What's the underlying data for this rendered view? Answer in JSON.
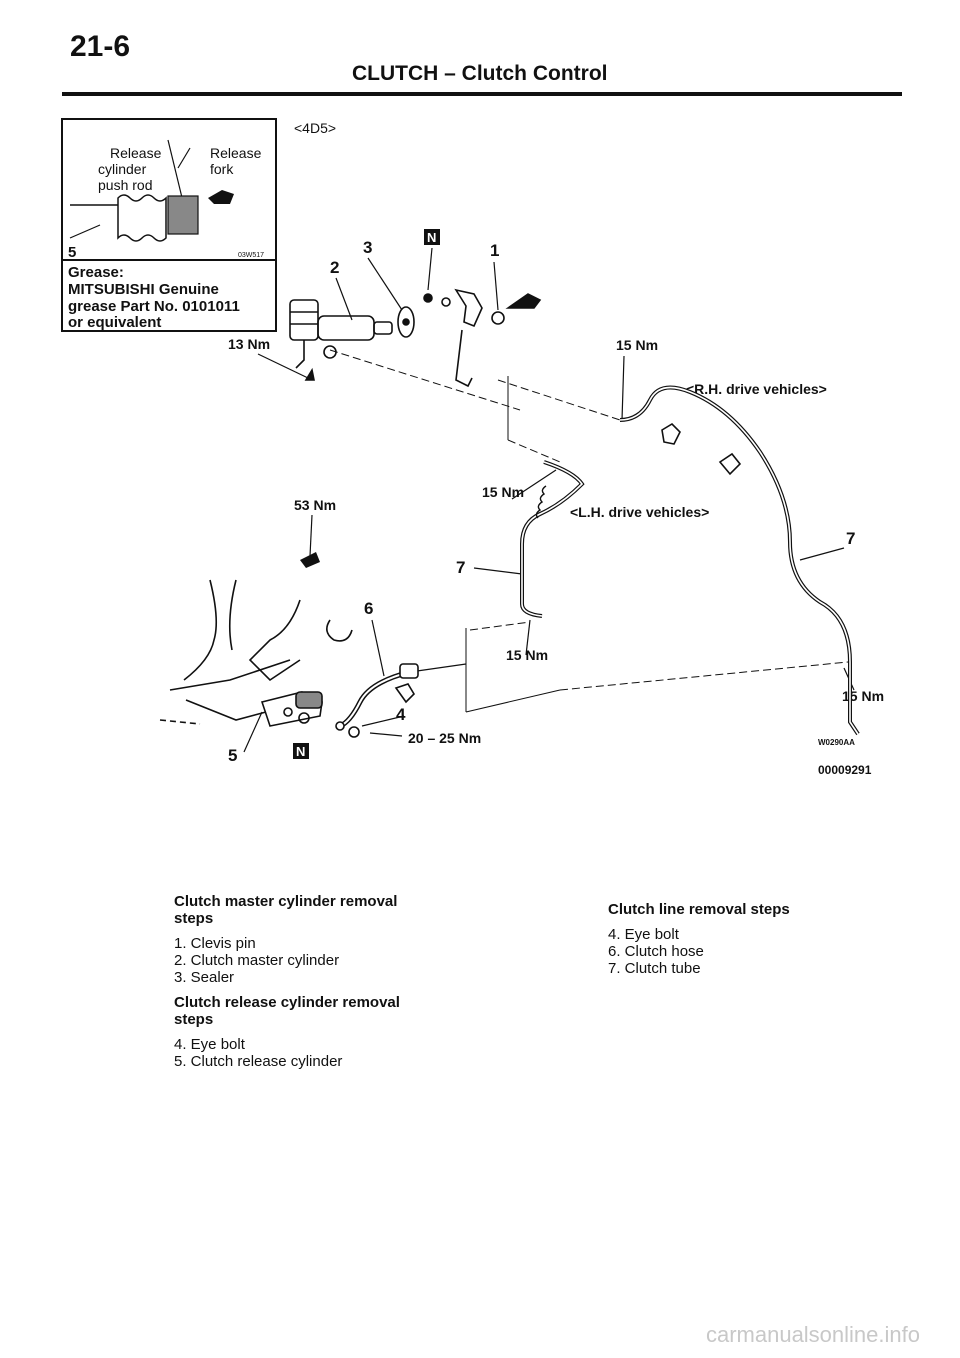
{
  "header": {
    "page_number": "21-6",
    "title": "CLUTCH – Clutch Control"
  },
  "inset": {
    "release_cylinder_push_rod": [
      "Release",
      "cylinder",
      "push rod"
    ],
    "release_fork": [
      "Release",
      "fork"
    ],
    "callout": "5",
    "code": "03W517",
    "grease_lines": [
      "Grease:",
      "MITSUBISHI Genuine",
      "grease Part No. 0101011",
      "or equivalent"
    ]
  },
  "diagram": {
    "model_tag": "<4D5>",
    "rh_label": "<R.H. drive vehicles>",
    "lh_label": "<L.H. drive vehicles>",
    "callouts": {
      "c1": "1",
      "c2": "2",
      "c3": "3",
      "c4": "4",
      "c5": "5",
      "c6": "6",
      "c7a": "7",
      "c7b": "7",
      "n1": "N",
      "n2": "N"
    },
    "torques": {
      "t13": "13 Nm",
      "t15a": "15 Nm",
      "t15b": "15 Nm",
      "t15c": "15 Nm",
      "t15d": "15 Nm",
      "t53": "53 Nm",
      "t2025": "20 – 25 Nm"
    },
    "code1": "W0290AA",
    "code2": "00009291"
  },
  "steps": {
    "master": {
      "heading": [
        "Clutch master cylinder removal",
        "steps"
      ],
      "items": [
        "1. Clevis pin",
        "2. Clutch master cylinder",
        "3. Sealer"
      ]
    },
    "release": {
      "heading": [
        "Clutch release cylinder removal",
        "steps"
      ],
      "items": [
        "4. Eye bolt",
        "5. Clutch release cylinder"
      ]
    },
    "line": {
      "heading": "Clutch line removal steps",
      "items": [
        "4. Eye bolt",
        "6. Clutch hose",
        "7. Clutch tube"
      ]
    }
  },
  "watermark": "carmanualsonline.info"
}
